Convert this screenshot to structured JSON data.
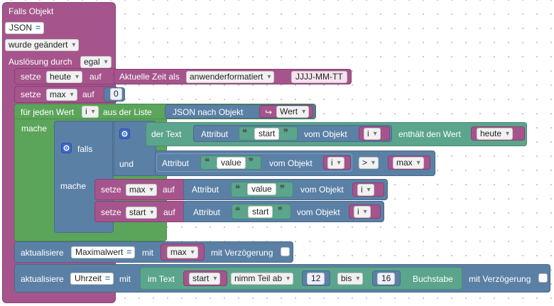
{
  "event": {
    "title": "Falls Objekt",
    "object_id": "JSON",
    "condition": "wurde geändert",
    "trigger_label": "Auslösung durch",
    "trigger_value": "egal"
  },
  "stmt_heute": {
    "setze": "setze",
    "var": "heute",
    "auf": "auf",
    "label": "Aktuelle Zeit als",
    "format": "anwenderformatiert",
    "pattern": "JJJJ-MM-TT"
  },
  "stmt_max": {
    "setze": "setze",
    "var": "max",
    "auf": "auf",
    "value": "0"
  },
  "loop": {
    "label": "für jeden Wert",
    "var": "i",
    "from_list": "aus der Liste",
    "json_to_obj": "JSON nach Objekt",
    "value_var": "Wert",
    "mache": "mache"
  },
  "if_block": {
    "falls": "falls",
    "und": "und",
    "mache": "mache",
    "cond1": {
      "der_text": "der Text",
      "attribut": "Attribut",
      "attr_name": "start",
      "vom_objekt": "vom Objekt",
      "obj_var": "i",
      "contains": "enthält den Wert",
      "value_var": "heute"
    },
    "cond2": {
      "attribut": "Attribut",
      "attr_name": "value",
      "vom_objekt": "vom Objekt",
      "obj_var": "i",
      "op": ">",
      "rhs_var": "max"
    },
    "set1": {
      "setze": "setze",
      "var": "max",
      "auf": "auf",
      "attribut": "Attribut",
      "attr_name": "value",
      "vom_objekt": "vom Objekt",
      "obj_var": "i"
    },
    "set2": {
      "setze": "setze",
      "var": "start",
      "auf": "auf",
      "attribut": "Attribut",
      "attr_name": "start",
      "vom_objekt": "vom Objekt",
      "obj_var": "i"
    }
  },
  "update1": {
    "label": "aktualisiere",
    "target": "Maximalwert",
    "mit": "mit",
    "value_var": "max",
    "delay": "mit Verzögerung"
  },
  "update2": {
    "label": "aktualisiere",
    "target": "Uhrzeit",
    "mit": "mit",
    "im_text": "im Text",
    "text_var": "start",
    "mode": "nimm Teil ab",
    "from": "12",
    "bis": "bis",
    "to": "16",
    "buchstabe": "Buchstabe",
    "delay": "mit Verzögerung"
  }
}
